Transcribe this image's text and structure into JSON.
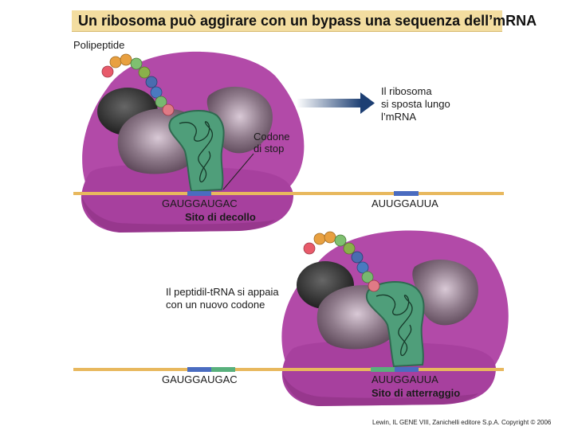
{
  "title": "Un ribosoma può aggirare con un bypass una sequenza dell’mRNA",
  "labels": {
    "polipeptide": "Polipeptide",
    "move_line1": "Il ribosoma",
    "move_line2": "si sposta lungo",
    "move_line3": "l’mRNA",
    "stop_line1": "Codone",
    "stop_line2": "di stop",
    "seq_top_left": "GAUGGAUGAC",
    "seq_top_right": "AUUGGAUUA",
    "takeoff_site": "Sito di decollo",
    "pair_line1": "Il peptidil-tRNA si appaia",
    "pair_line2": "con un nuovo codone",
    "seq_bottom_left": "GAUGGAUGAC",
    "seq_bottom_right": "AUUGGAUUA",
    "landing_site": "Sito di atterraggio",
    "credit": "Lewin, IL GENE VIII, Zanichelli editore S.p.A. Copyright © 2006"
  },
  "colors": {
    "title_background": "#f3dda0",
    "ribosome": "#b24aa8",
    "ribosome_shadow": "#8a2f80",
    "trna": "#4f9e7a",
    "mrna_strand": "#e8b85e",
    "codon_blue": "#4a6cc0",
    "codon_green": "#58b07c",
    "arrow": "#1d3f73",
    "bead_colors": [
      "#e85a6a",
      "#e8a040",
      "#8ab04a",
      "#7fc070",
      "#4a7ac0",
      "#4a6cb0",
      "#4a90a8",
      "#78b870",
      "#e07a86"
    ]
  }
}
